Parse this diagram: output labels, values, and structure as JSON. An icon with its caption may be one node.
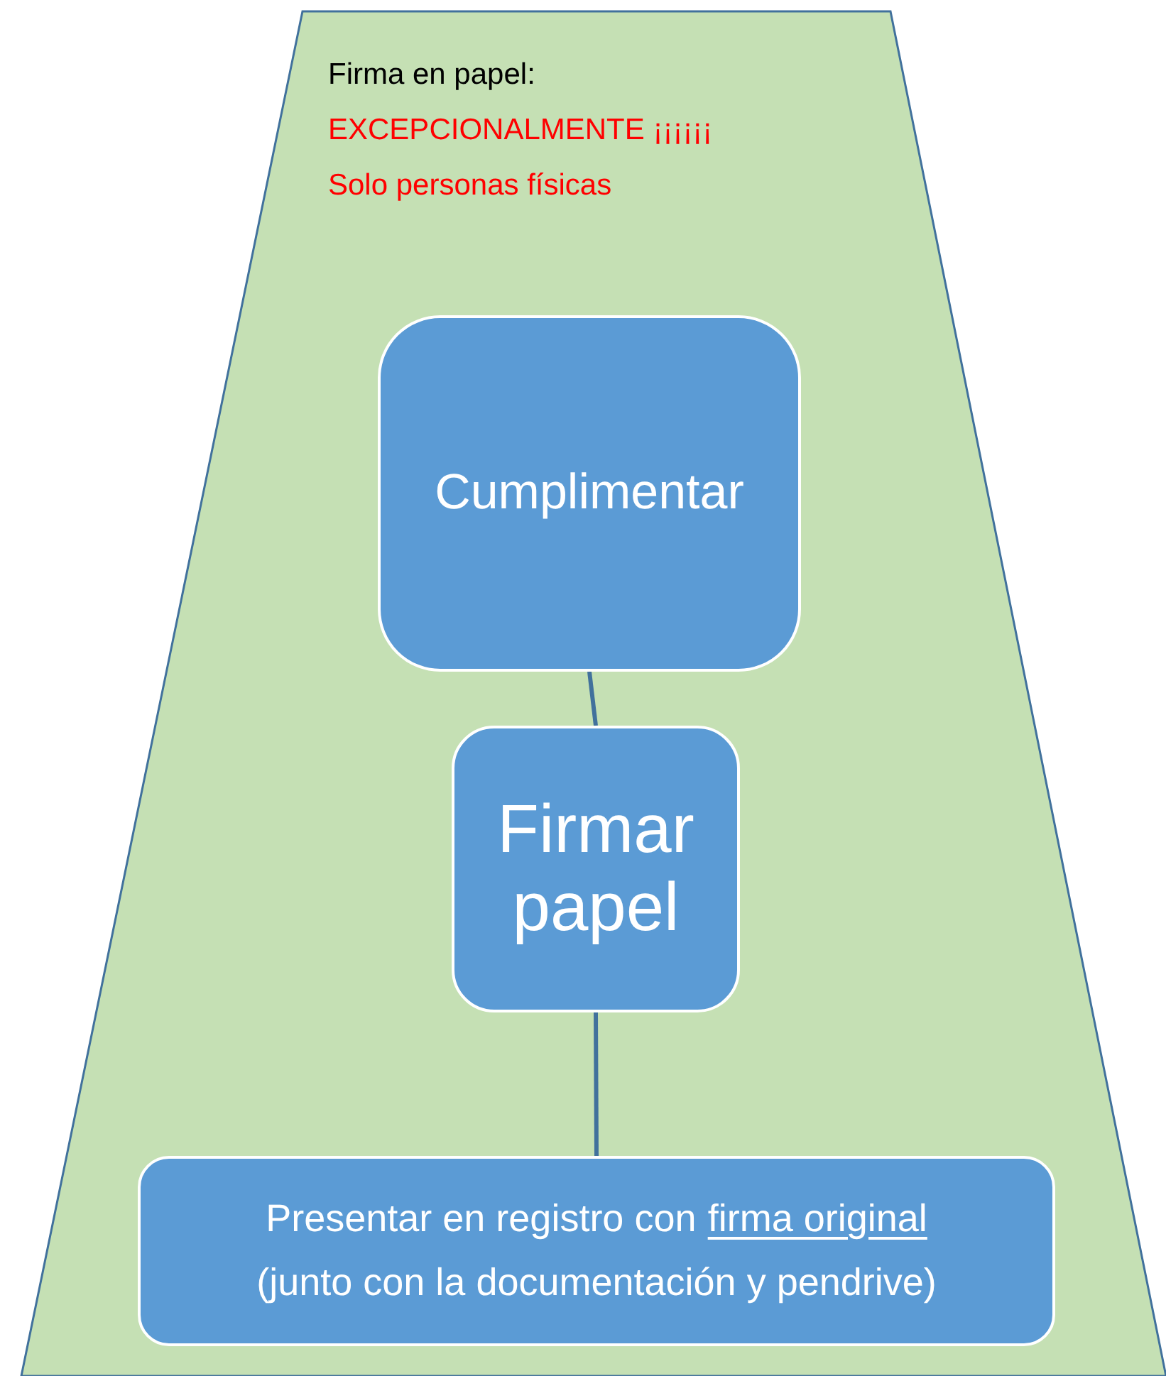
{
  "diagram": {
    "nodes": [
      {
        "text": [
          "Firma en papel:",
          "EXCEPCIONALMENTE ¡¡¡¡¡¡",
          "Solo personas físicas"
        ]
      },
      {
        "text": [
          "Cumplimentar"
        ],
        "in": 0
      },
      {
        "text": [
          "Firmar papel"
        ],
        "in": 0
      },
      {
        "text": [
          "Presentar en registro con",
          "firma original",
          "(junto con la documentación y pendrive)"
        ],
        "in": 0
      }
    ],
    "edges": [
      {
        "from": 1,
        "to": 2,
        "arrow": "none"
      },
      {
        "from": 2,
        "to": 3,
        "arrow": "none"
      }
    ]
  }
}
